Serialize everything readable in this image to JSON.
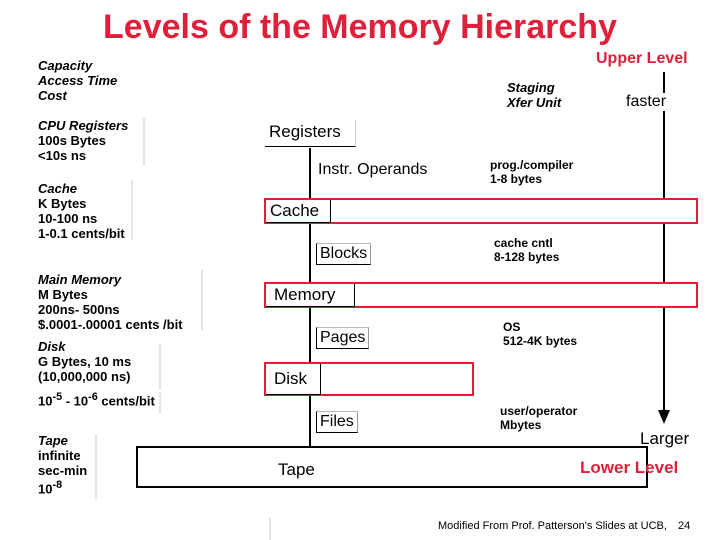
{
  "title": "Levels of the Memory Hierarchy",
  "left_labels": {
    "header": [
      "Capacity",
      "Access Time",
      "Cost"
    ],
    "cpu": [
      "CPU Registers",
      "100s Bytes",
      "<10s ns"
    ],
    "cache": [
      "Cache",
      "K Bytes",
      "10-100 ns",
      "1-0.1 cents/bit"
    ],
    "main": [
      "Main Memory",
      "M Bytes",
      "200ns- 500ns",
      "$.0001-.00001 cents /bit"
    ],
    "disk": [
      "Disk",
      "G Bytes, 10 ms",
      "(10,000,000 ns)"
    ],
    "disk_cost": {
      "base1": "10",
      "exp1": "-5",
      "dash": " - ",
      "base2": "10",
      "exp2": "-6",
      "unit": "cents/bit"
    },
    "tape": [
      "Tape",
      "infinite",
      "sec-min"
    ],
    "tape_cost": {
      "base": "10",
      "exp": "-8"
    }
  },
  "levels": {
    "registers": "Registers",
    "cache": "Cache",
    "memory": "Memory",
    "disk": "Disk",
    "tape": "Tape"
  },
  "transfer_units": {
    "instr_operands": "Instr. Operands",
    "blocks": "Blocks",
    "pages": "Pages",
    "files": "Files"
  },
  "staging": {
    "header": [
      "Staging",
      "Xfer Unit"
    ],
    "prog": [
      "prog./compiler",
      "1-8 bytes"
    ],
    "cache": [
      "cache cntl",
      "8-128 bytes"
    ],
    "os": [
      "OS",
      "512-4K bytes"
    ],
    "user": [
      "user/operator",
      "Mbytes"
    ]
  },
  "right": {
    "upper_level": "Upper Level",
    "faster": "faster",
    "larger": "Larger",
    "lower_level": "Lower Level"
  },
  "footer": {
    "credit": "Modified From Prof. Patterson's Slides at UCB,",
    "page": "24"
  },
  "colors": {
    "accent": "#e0203a",
    "text": "#000000"
  }
}
